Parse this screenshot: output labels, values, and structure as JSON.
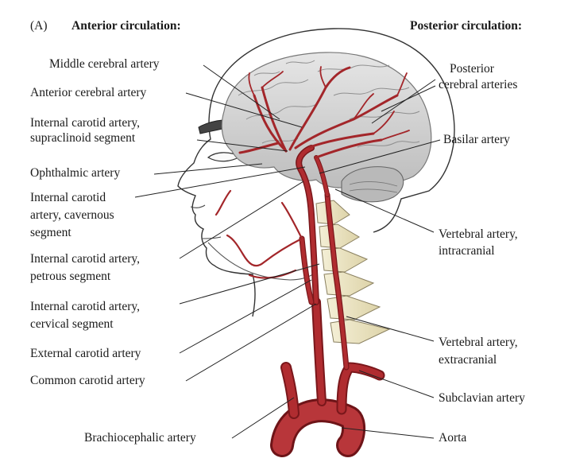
{
  "panel_label": "(A)",
  "headers": {
    "anterior": "Anterior circulation:",
    "posterior": "Posterior circulation:"
  },
  "labels": {
    "middle_cerebral": "Middle cerebral artery",
    "anterior_cerebral": "Anterior cerebral artery",
    "ica_supraclinoid_1": "Internal carotid artery,",
    "ica_supraclinoid_2": "supraclinoid segment",
    "ophthalmic": "Ophthalmic artery",
    "ica_cavernous_1": "Internal carotid",
    "ica_cavernous_2": "artery, cavernous",
    "ica_cavernous_3": "segment",
    "ica_petrous_1": "Internal carotid artery,",
    "ica_petrous_2": "petrous segment",
    "ica_cervical_1": "Internal carotid artery,",
    "ica_cervical_2": "cervical segment",
    "external_carotid": "External carotid artery",
    "common_carotid": "Common carotid artery",
    "brachiocephalic": "Brachiocephalic artery",
    "posterior_cerebral_1": "Posterior",
    "posterior_cerebral_2": "cerebral arteries",
    "basilar": "Basilar artery",
    "vertebral_intra_1": "Vertebral artery,",
    "vertebral_intra_2": "intracranial",
    "vertebral_extra_1": "Vertebral artery,",
    "vertebral_extra_2": "extracranial",
    "subclavian": "Subclavian artery",
    "aorta": "Aorta"
  },
  "colors": {
    "artery": "#a3262a",
    "artery_dark": "#6e1418",
    "brain": "#d9d9d9",
    "brain_line": "#8a8a8a",
    "spine": "#efe8c8",
    "outline": "#333333",
    "leader": "#222222"
  }
}
